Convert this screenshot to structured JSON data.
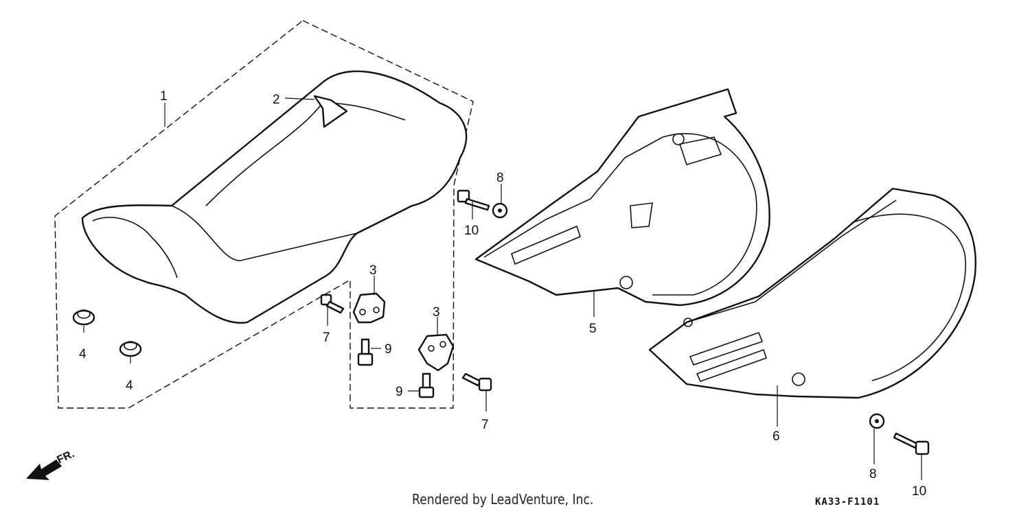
{
  "callouts": {
    "seat": "1",
    "seat_hook": "2",
    "bracket_a": "3",
    "bracket_b": "3",
    "grommet_a": "4",
    "grommet_b": "4",
    "right_side_cover": "5",
    "left_side_cover": "6",
    "bolt_a": "7",
    "bolt_b": "7",
    "washer_a": "8",
    "washer_b": "8",
    "screw_a": "9",
    "screw_b": "9",
    "bolt_c": "10",
    "bolt_d": "10"
  },
  "direction_label": "FR.",
  "footer": {
    "credit": "Rendered by LeadVenture, Inc.",
    "diagram_code": "KA33-F1101"
  },
  "icons": [
    "front-direction-arrow-icon"
  ]
}
